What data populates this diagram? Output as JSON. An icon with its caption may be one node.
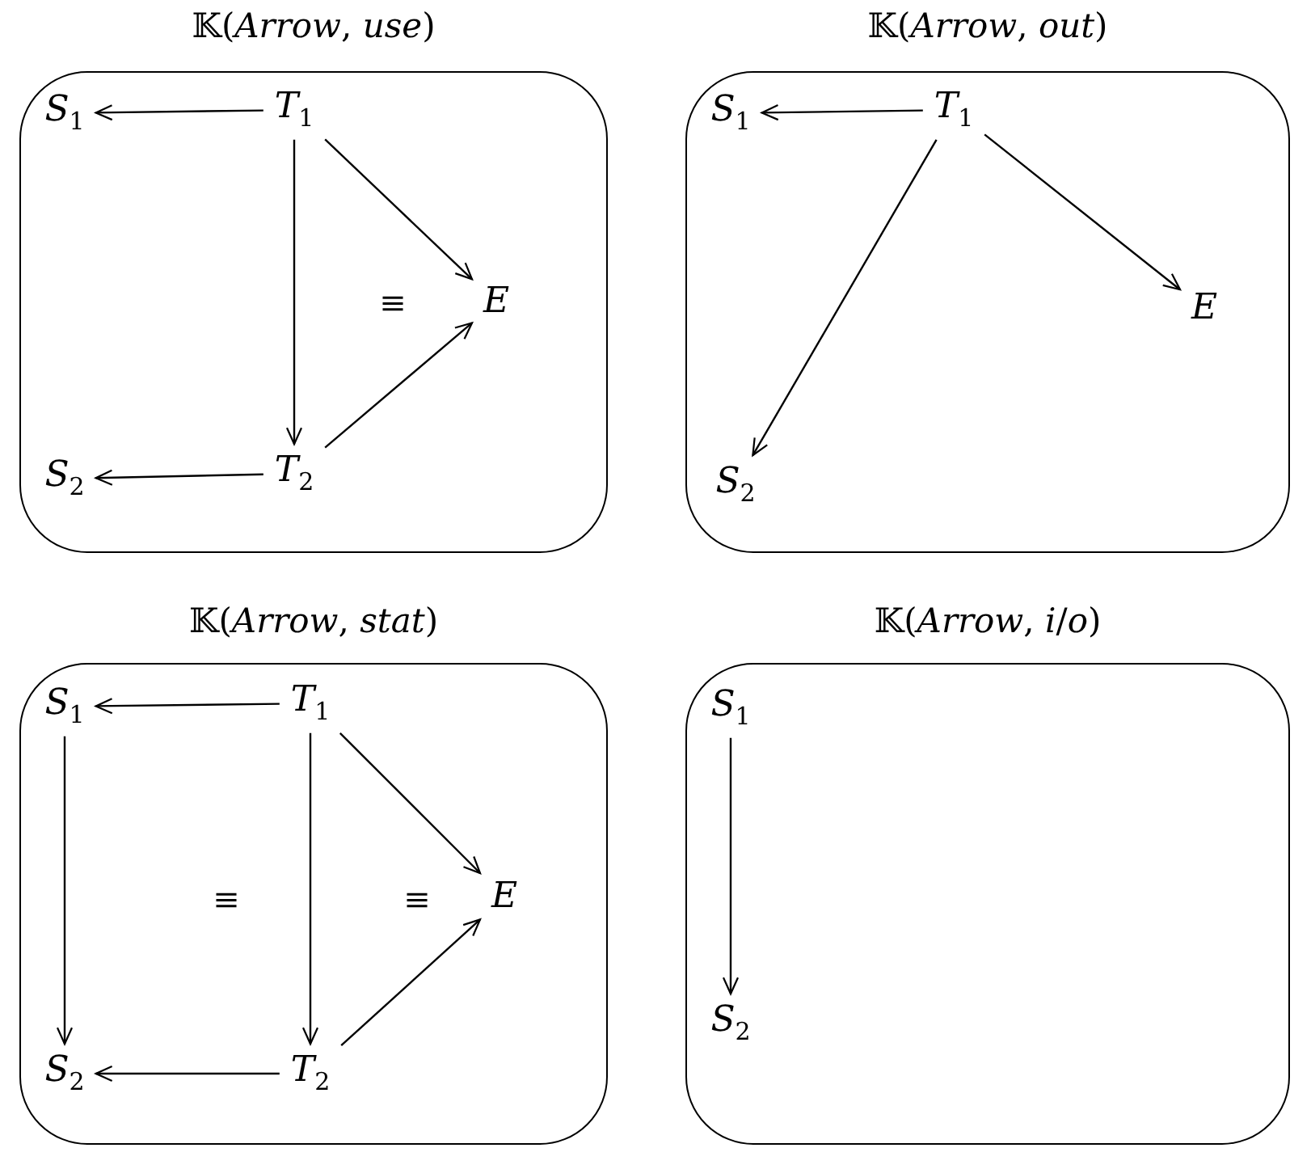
{
  "diagram": {
    "nodes": [
      {
        "text": [
          "𝕂(*Arrow*, *use*)"
        ]
      },
      {
        "text": [
          "S$_{1}$"
        ],
        "in": 0
      },
      {
        "text": [
          "T$_{1}$"
        ],
        "in": 0
      },
      {
        "text": [
          "E"
        ],
        "in": 0
      },
      {
        "text": [
          "S$_{2}$"
        ],
        "in": 0
      },
      {
        "text": [
          "T$_{2}$"
        ],
        "in": 0
      },
      {
        "text": [
          "𝕂(*Arrow*, *out*)"
        ]
      },
      {
        "text": [
          "S$_{1}$"
        ],
        "in": 6
      },
      {
        "text": [
          "T$_{1}$"
        ],
        "in": 6
      },
      {
        "text": [
          "E"
        ],
        "in": 6
      },
      {
        "text": [
          "S$_{2}$"
        ],
        "in": 6
      },
      {
        "text": [
          "𝕂(*Arrow*, *stat*)"
        ]
      },
      {
        "text": [
          "S$_{1}$"
        ],
        "in": 11
      },
      {
        "text": [
          "T$_{1}$"
        ],
        "in": 11
      },
      {
        "text": [
          "E"
        ],
        "in": 11
      },
      {
        "text": [
          "S$_{2}$"
        ],
        "in": 11
      },
      {
        "text": [
          "T$_{2}$"
        ],
        "in": 11
      },
      {
        "text": [
          "𝕂(*Arrow*, *i*/*o*)"
        ]
      },
      {
        "text": [
          "S$_{1}$"
        ],
        "in": 17
      },
      {
        "text": [
          "S$_{2}$"
        ],
        "in": 17
      }
    ],
    "edges": [
      {
        "from": 2,
        "to": 1,
        "arrow": "to"
      },
      {
        "from": 2,
        "to": 5,
        "arrow": "to"
      },
      {
        "from": 2,
        "to": 3,
        "arrow": "to"
      },
      {
        "from": 5,
        "to": 3,
        "arrow": "to"
      },
      {
        "from": 5,
        "to": 4,
        "arrow": "to"
      },
      {
        "from": 8,
        "to": 7,
        "arrow": "to"
      },
      {
        "from": 8,
        "to": 9,
        "arrow": "to"
      },
      {
        "from": 8,
        "to": 10,
        "arrow": "to"
      },
      {
        "from": 13,
        "to": 12,
        "arrow": "to"
      },
      {
        "from": 12,
        "to": 15,
        "arrow": "to"
      },
      {
        "from": 13,
        "to": 16,
        "arrow": "to"
      },
      {
        "from": 13,
        "to": 14,
        "arrow": "to"
      },
      {
        "from": 16,
        "to": 14,
        "arrow": "to"
      },
      {
        "from": 16,
        "to": 15,
        "arrow": "to"
      },
      {
        "from": 18,
        "to": 19,
        "arrow": "to"
      }
    ],
    "labels": [
      "≡",
      "≡",
      "≡"
    ]
  }
}
